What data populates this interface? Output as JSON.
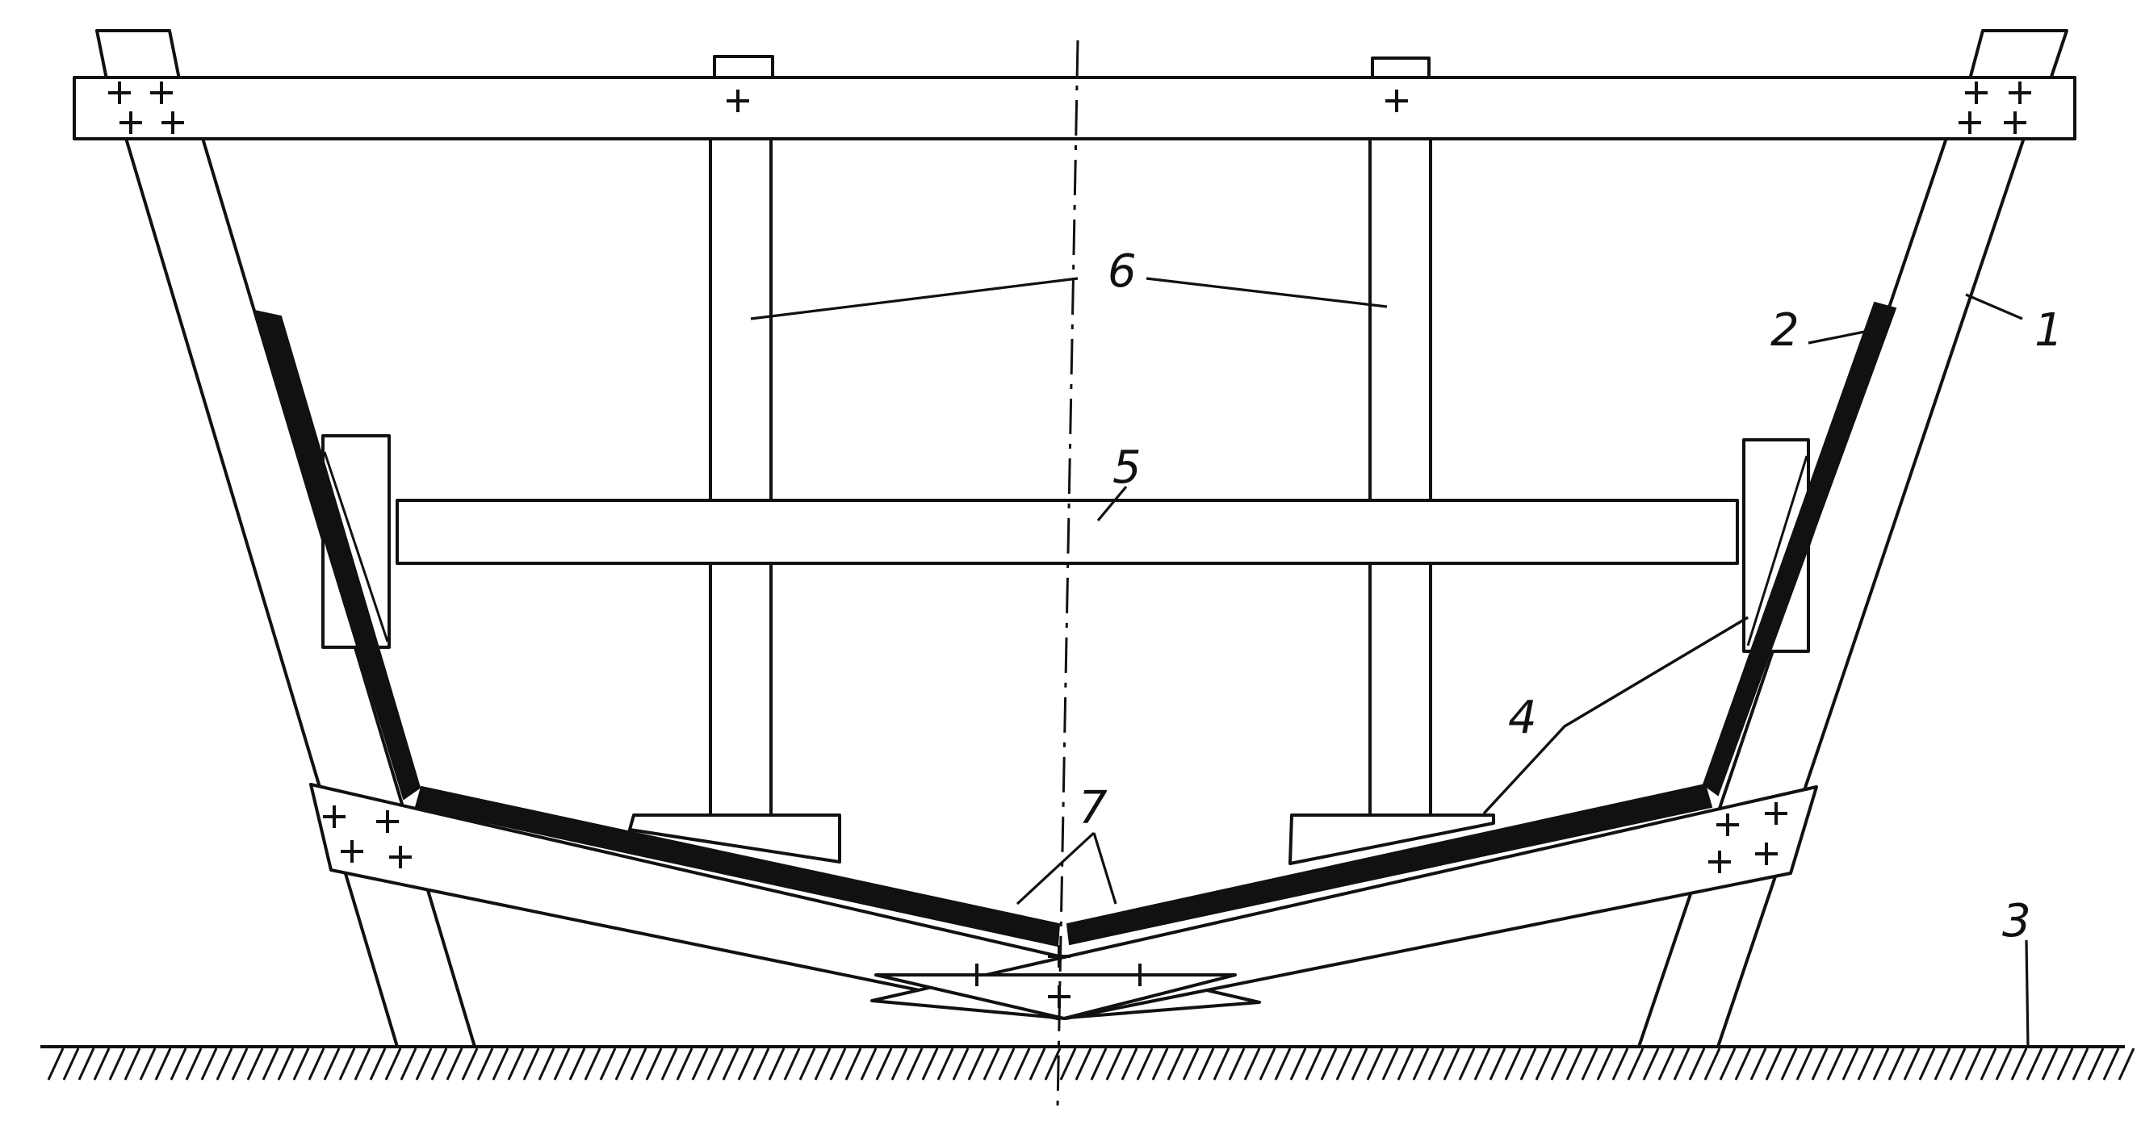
{
  "labels": {
    "frame": "1",
    "plank": "2",
    "ground": "3",
    "chock": "4",
    "cross_beam": "5",
    "post": "6",
    "keel_gap": "7"
  },
  "colors": {
    "line": "#111111",
    "paper": "#ffffff"
  }
}
